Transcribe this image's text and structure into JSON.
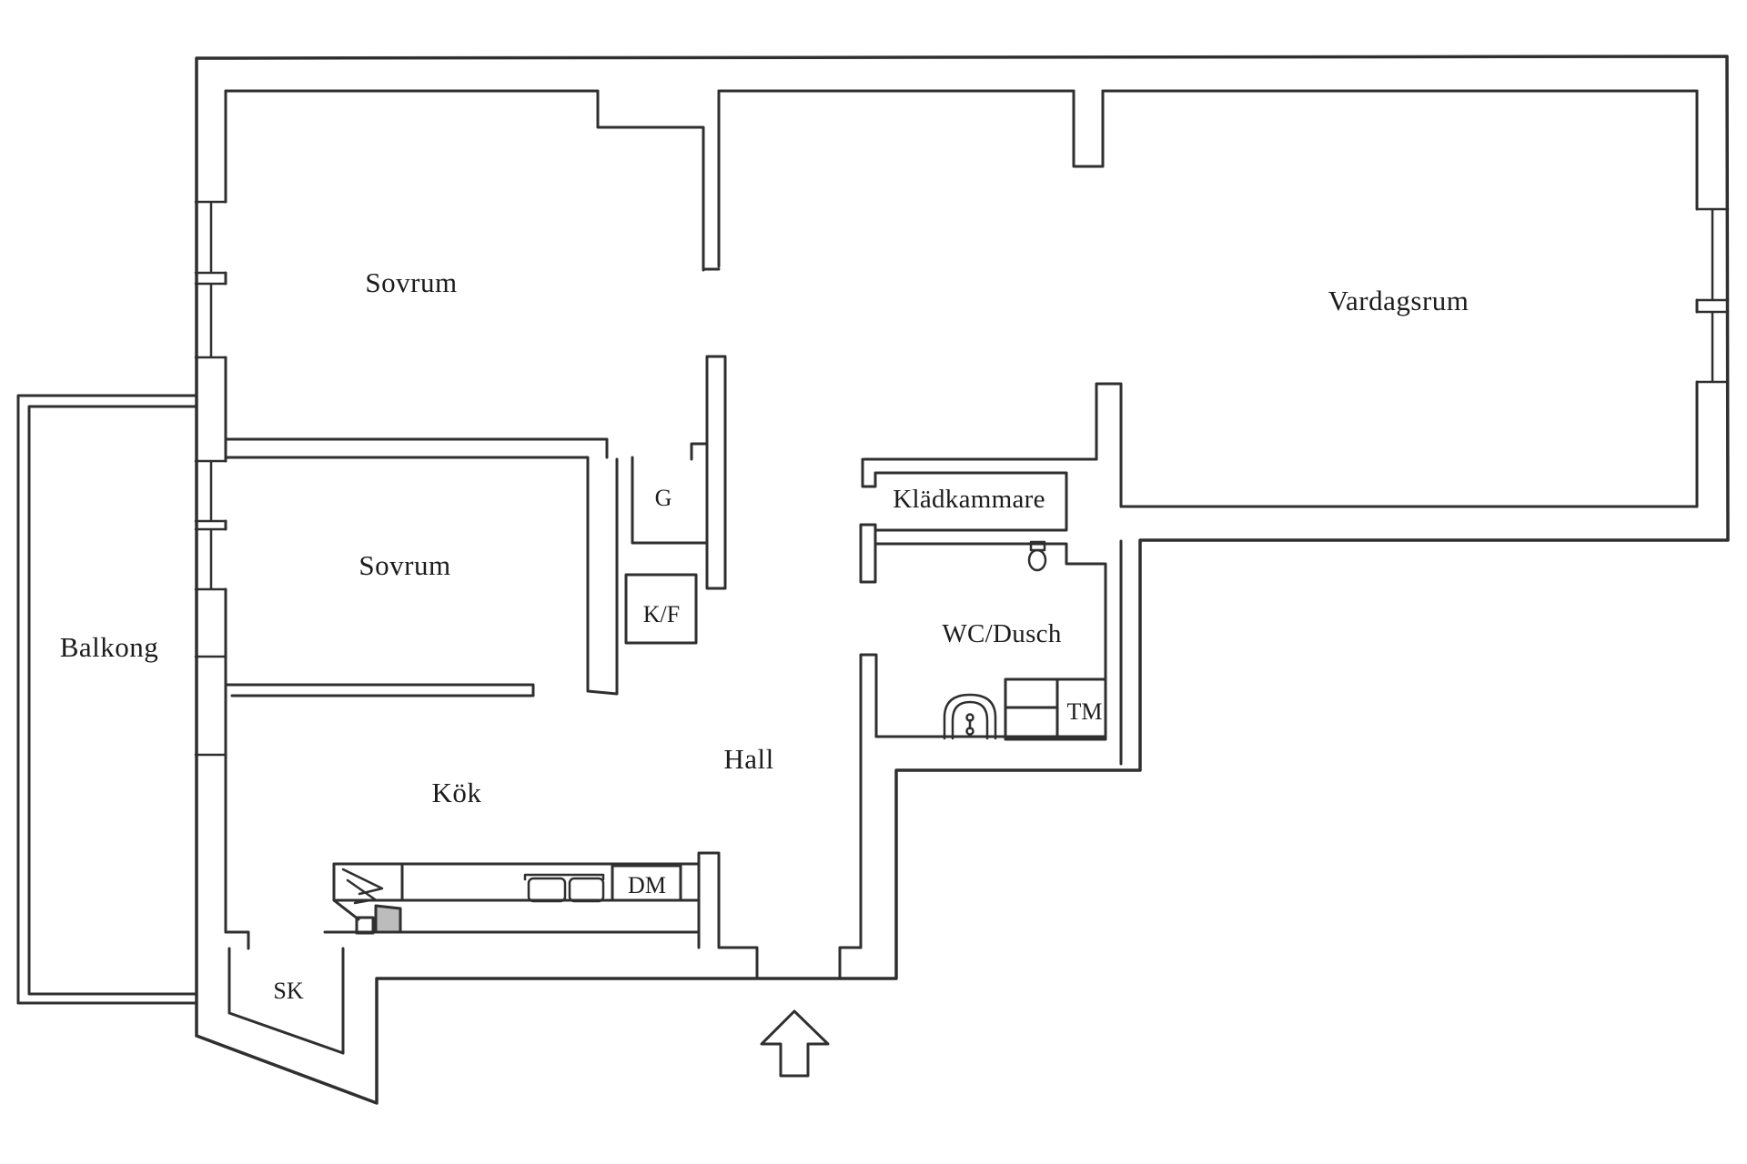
{
  "floorplan": {
    "title": "Apartment floor plan",
    "style": "hand-drawn architectural sketch",
    "colors": {
      "background": "#ffffff",
      "line": "#2f2f2f",
      "cabinet_fill": "#bcbcbc"
    },
    "rooms": {
      "sovrum1": {
        "label": "Sovrum"
      },
      "vardagsrum": {
        "label": "Vardagsrum"
      },
      "sovrum2": {
        "label": "Sovrum"
      },
      "balkong": {
        "label": "Balkong"
      },
      "garderob": {
        "label": "G"
      },
      "kyl_frys": {
        "label": "K/F"
      },
      "kladkammare": {
        "label": "Klädkammare"
      },
      "wc_dusch": {
        "label": "WC/Dusch"
      },
      "tvattmaskin": {
        "label": "TM"
      },
      "hall": {
        "label": "Hall"
      },
      "kok": {
        "label": "Kök"
      },
      "diskmaskin": {
        "label": "DM"
      },
      "skafferi": {
        "label": "SK"
      }
    },
    "fixtures": [
      "entrance-arrow",
      "kitchen-stove",
      "kitchen-double-sink",
      "corner-cabinet",
      "wc-toilet",
      "wc-washbasin",
      "shower-cabinet",
      "windows",
      "balcony-rail"
    ]
  }
}
